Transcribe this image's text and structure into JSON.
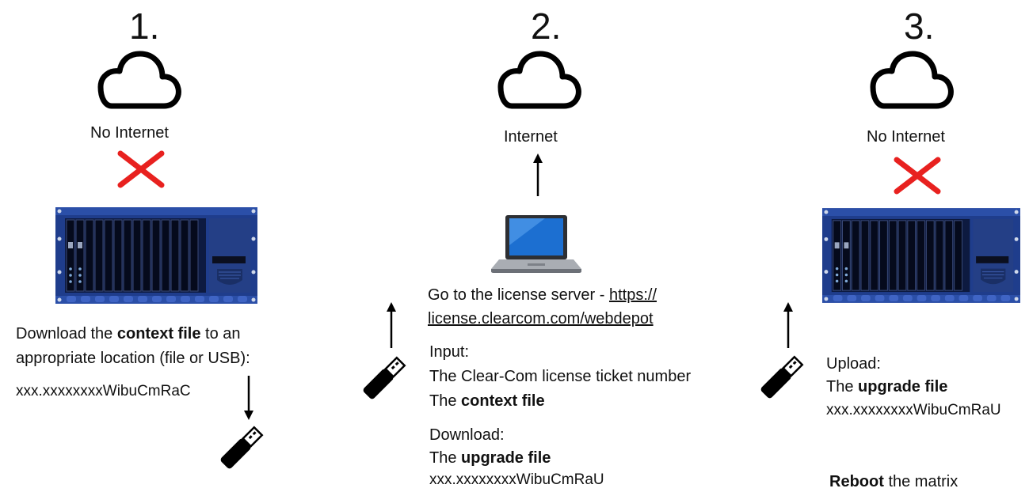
{
  "steps": [
    {
      "number": "1.",
      "cloud_label": "No Internet",
      "text_line1_pre": "Download the ",
      "text_line1_bold": "context file",
      "text_line1_post": " to an",
      "text_line2": "appropriate location (file or USB):",
      "filename": "xxx.xxxxxxxxWibuCmRaC"
    },
    {
      "number": "2.",
      "cloud_label": "Internet",
      "server_text": "Go to the license server - ",
      "server_link_part1": "https://",
      "server_link_part2": "license.clearcom.com/webdepot",
      "input_heading": "Input:",
      "input_line1": "The Clear-Com license ticket number",
      "input_line2_pre": "The ",
      "input_line2_bold": "context file",
      "download_heading": "Download:",
      "download_line1_pre": "The ",
      "download_line1_bold": "upgrade file",
      "download_filename": "xxx.xxxxxxxxWibuCmRaU"
    },
    {
      "number": "3.",
      "cloud_label": "No Internet",
      "upload_heading": "Upload:",
      "upload_line1_pre": "The ",
      "upload_line1_bold": "upgrade file",
      "upload_filename": "xxx.xxxxxxxxWibuCmRaU",
      "reboot_bold": "Reboot",
      "reboot_post": " the matrix"
    }
  ],
  "colors": {
    "cross": "#e8211f",
    "matrix_body": "#1f3d8c",
    "matrix_dark": "#0d1a40",
    "laptop_screen": "#1c6fd1"
  },
  "icons": [
    "cloud-icon",
    "red-cross-icon",
    "matrix-frame-icon",
    "usb-stick-icon",
    "laptop-icon",
    "arrow-icon"
  ]
}
